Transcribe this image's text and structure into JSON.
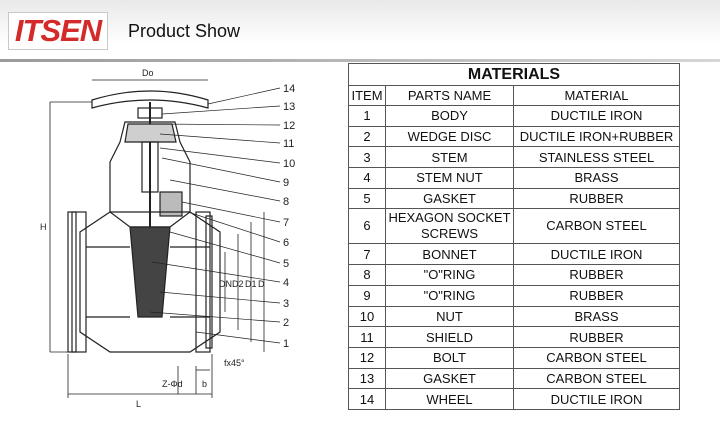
{
  "header": {
    "logo_text": "ITSEN",
    "title": "Product Show"
  },
  "drawing": {
    "dims": {
      "do": "Do",
      "h": "H",
      "d": "D",
      "d1": "D1",
      "d2": "D2",
      "dn": "DN",
      "l": "L",
      "b": "b",
      "f": "fx45°",
      "zd": "Z-Φd"
    },
    "callouts": [
      "14",
      "13",
      "12",
      "11",
      "10",
      "9",
      "8",
      "7",
      "6",
      "5",
      "4",
      "3",
      "2",
      "1"
    ]
  },
  "materials": {
    "title": "MATERIALS",
    "headers": [
      "ITEM",
      "PARTS NAME",
      "MATERIAL"
    ],
    "rows": [
      [
        "1",
        "BODY",
        "DUCTILE IRON"
      ],
      [
        "2",
        "WEDGE DISC",
        "DUCTILE IRON+RUBBER"
      ],
      [
        "3",
        "STEM",
        "STAINLESS STEEL"
      ],
      [
        "4",
        "STEM NUT",
        "BRASS"
      ],
      [
        "5",
        "GASKET",
        "RUBBER"
      ],
      [
        "6",
        "HEXAGON SOCKET SCREWS",
        "CARBON STEEL"
      ],
      [
        "7",
        "BONNET",
        "DUCTILE IRON"
      ],
      [
        "8",
        "\"O\"RING",
        "RUBBER"
      ],
      [
        "9",
        "\"O\"RING",
        "RUBBER"
      ],
      [
        "10",
        "NUT",
        "BRASS"
      ],
      [
        "11",
        "SHIELD",
        "RUBBER"
      ],
      [
        "12",
        "BOLT",
        "CARBON STEEL"
      ],
      [
        "13",
        "GASKET",
        "CARBON STEEL"
      ],
      [
        "14",
        "WHEEL",
        "DUCTILE IRON"
      ]
    ]
  }
}
